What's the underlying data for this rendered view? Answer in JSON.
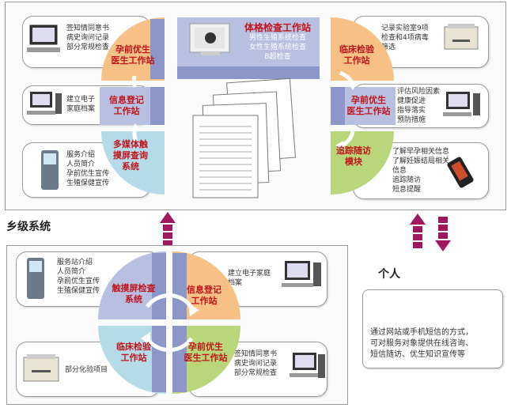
{
  "colors": {
    "orange": "#f7c185",
    "blue": "#b8bfe0",
    "lightblue": "#b6dbe8",
    "green": "#b9d67a",
    "slate": "#8c96c8",
    "red": "#c0141c",
    "purple": "#a0185e"
  },
  "top": {
    "center_station": {
      "title": "体格检查工作站",
      "lines": "男性生殖系统检查\n女性生殖系统检查\nB超检查"
    },
    "left": [
      {
        "title": "孕前优生\n医生工作站",
        "desc": "签知情同意书\n病史询问记录\n部分常规检查",
        "icon": "computer-icon"
      },
      {
        "title": "信息登记\n工作站",
        "desc": "建立电子\n家庭档案",
        "icon": "computer-icon"
      },
      {
        "title": "多媒体触\n摸屏查询\n系统",
        "desc": "服务介绍\n人员简介\n孕前优生宣传\n生殖保健宣传",
        "icon": "kiosk-icon"
      }
    ],
    "right": [
      {
        "title": "临床检验\n工作站",
        "desc": "记录实验室9项\n检查和4项病毒\n筛选",
        "icon": "printer-icon"
      },
      {
        "title": "孕前优生\n医生工作站",
        "desc": "评估风险因素\n健康促进\n指导落实\n预防措施",
        "icon": "computer-icon"
      },
      {
        "title": "追踪随访\n模块",
        "desc": "了解早孕相关信息\n了解妊娠结局相关\n信息\n追踪随访\n短息提醒",
        "icon": "phone-icon"
      }
    ]
  },
  "labels": {
    "township": "乡级系统",
    "individual": "个人"
  },
  "bottom": {
    "tl": {
      "title": "触摸屏检查\n系统",
      "desc": "服务站介绍\n人员简介\n孕前优生宣传\n生殖保健宣传",
      "icon": "kiosk-icon"
    },
    "tr": {
      "title": "信息登记\n工作站",
      "desc": "建立电子家庭\n档案",
      "icon": "computer-icon"
    },
    "bl": {
      "title": "临床检验\n工作站",
      "desc": "部分化验项目",
      "icon": "printer-icon"
    },
    "br": {
      "title": "孕前优生\n医生工作站",
      "desc": "签知情同意书\n病史询问记录\n部分常规检查",
      "icon": "computer-icon"
    }
  },
  "individual_box": {
    "text": "通过网站或手机短信的方式，\n可对服务对象提供在线咨询、\n短信随访、优生知识宣传等"
  }
}
